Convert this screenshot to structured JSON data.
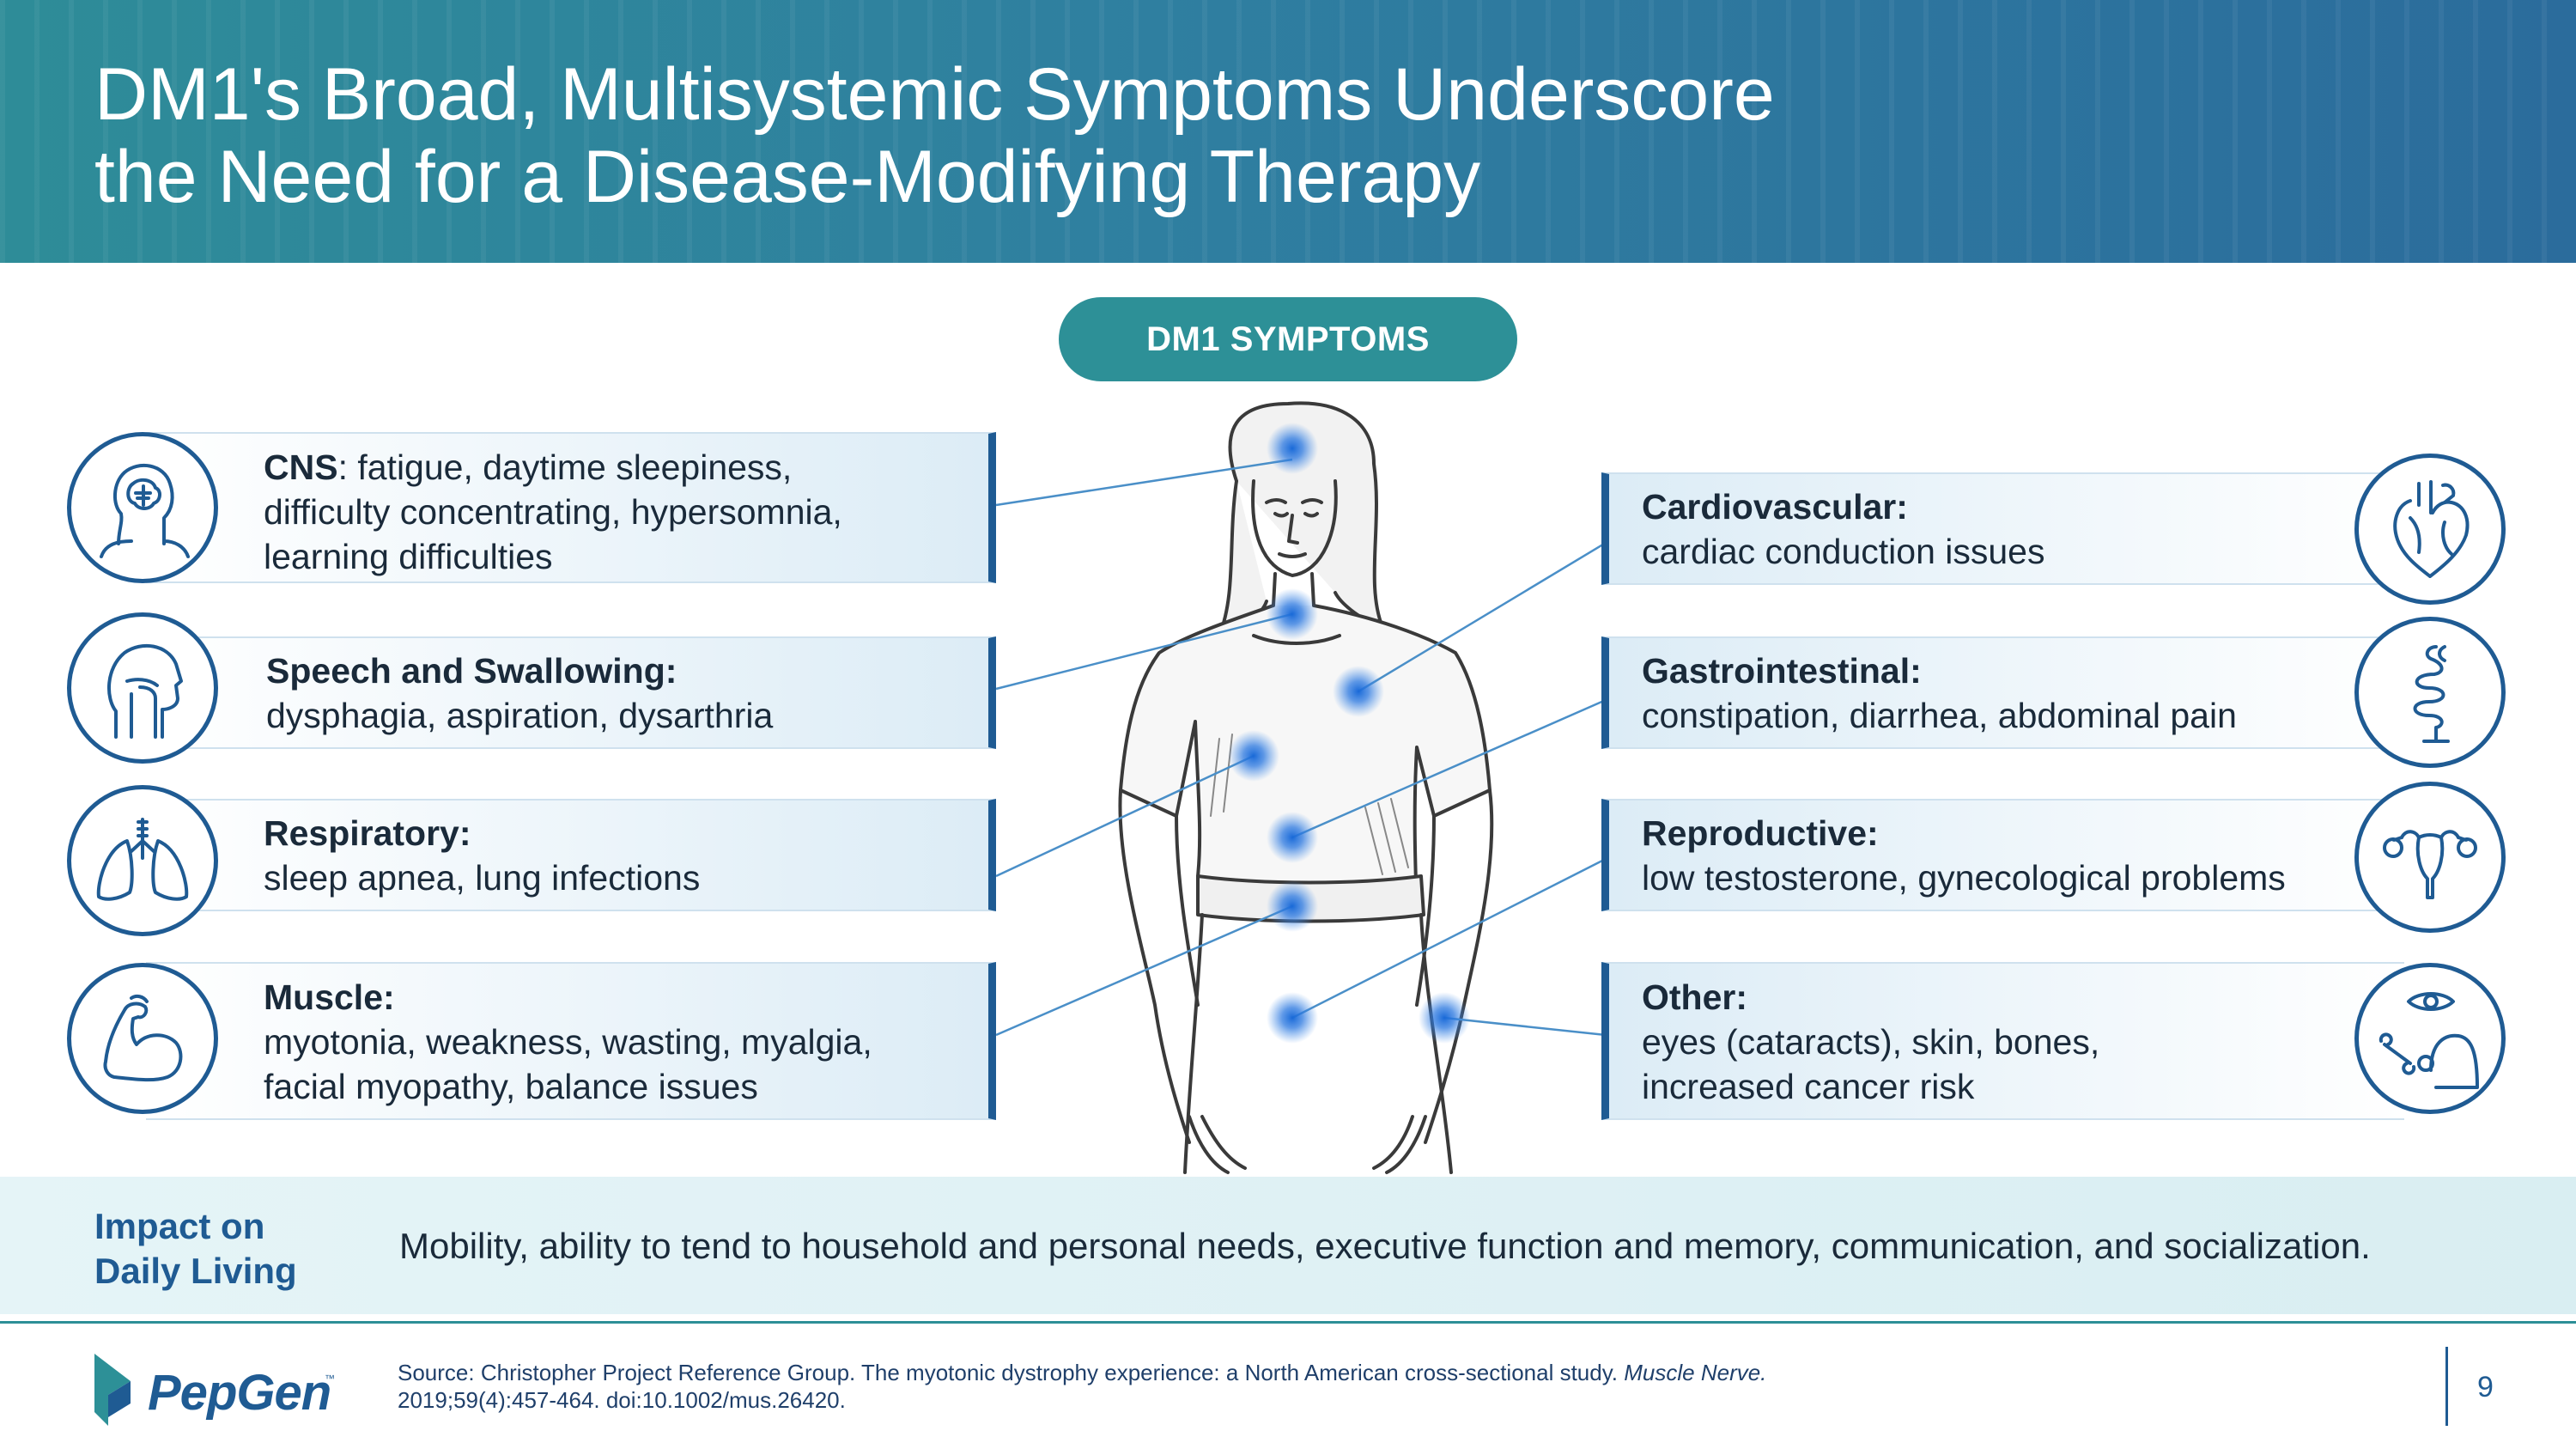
{
  "header": {
    "title_line1": "DM1's Broad, Multisystemic Symptoms Underscore",
    "title_line2": "the Need for a Disease-Modifying Therapy"
  },
  "pill_label": "DM1 SYMPTOMS",
  "left_cards": [
    {
      "label": "CNS",
      "line1": ": fatigue, daytime sleepiness,",
      "line2": "difficulty concentrating, hypersomnia,",
      "line3": "learning difficulties",
      "icon": "brain-head-icon"
    },
    {
      "label": "Speech and Swallowing:",
      "line1": "dysphagia, aspiration, dysarthria",
      "icon": "throat-profile-icon"
    },
    {
      "label": "Respiratory:",
      "line1": "sleep apnea, lung infections",
      "icon": "lungs-icon"
    },
    {
      "label": "Muscle:",
      "line1": "myotonia, weakness, wasting, myalgia,",
      "line2": "facial myopathy, balance issues",
      "icon": "flexed-arm-icon"
    }
  ],
  "right_cards": [
    {
      "label": "Cardiovascular:",
      "line1": "cardiac conduction issues",
      "icon": "heart-icon"
    },
    {
      "label": "Gastrointestinal:",
      "line1": "constipation, diarrhea, abdominal pain",
      "icon": "intestine-icon"
    },
    {
      "label": "Reproductive:",
      "line1": "low testosterone, gynecological problems",
      "icon": "uterus-icon"
    },
    {
      "label": "Other:",
      "line1": "eyes (cataracts), skin, bones,",
      "line2": "increased cancer risk",
      "icon": "eye-bone-body-icon"
    }
  ],
  "impact": {
    "label_line1": "Impact on",
    "label_line2": "Daily Living",
    "text": "Mobility, ability to tend to household and personal needs, executive function and memory, communication, and socialization."
  },
  "footer": {
    "logo_text": "PepGen",
    "logo_tm": "™",
    "source_prefix": "Source: Christopher Project Reference Group. The myotonic dystrophy experience: a North American cross-sectional study. ",
    "source_journal": "Muscle Nerve.",
    "source_line2": "2019;59(4):457-464. doi:10.1002/mus.26420.",
    "page_number": "9"
  },
  "colors": {
    "header_teal": "#2e8c98",
    "header_blue": "#2b6c9c",
    "pill": "#2d9097",
    "accent_navy": "#1f5b93",
    "impact_bg": "#e5f4f7",
    "dot_blue": "#1a6ad8"
  }
}
